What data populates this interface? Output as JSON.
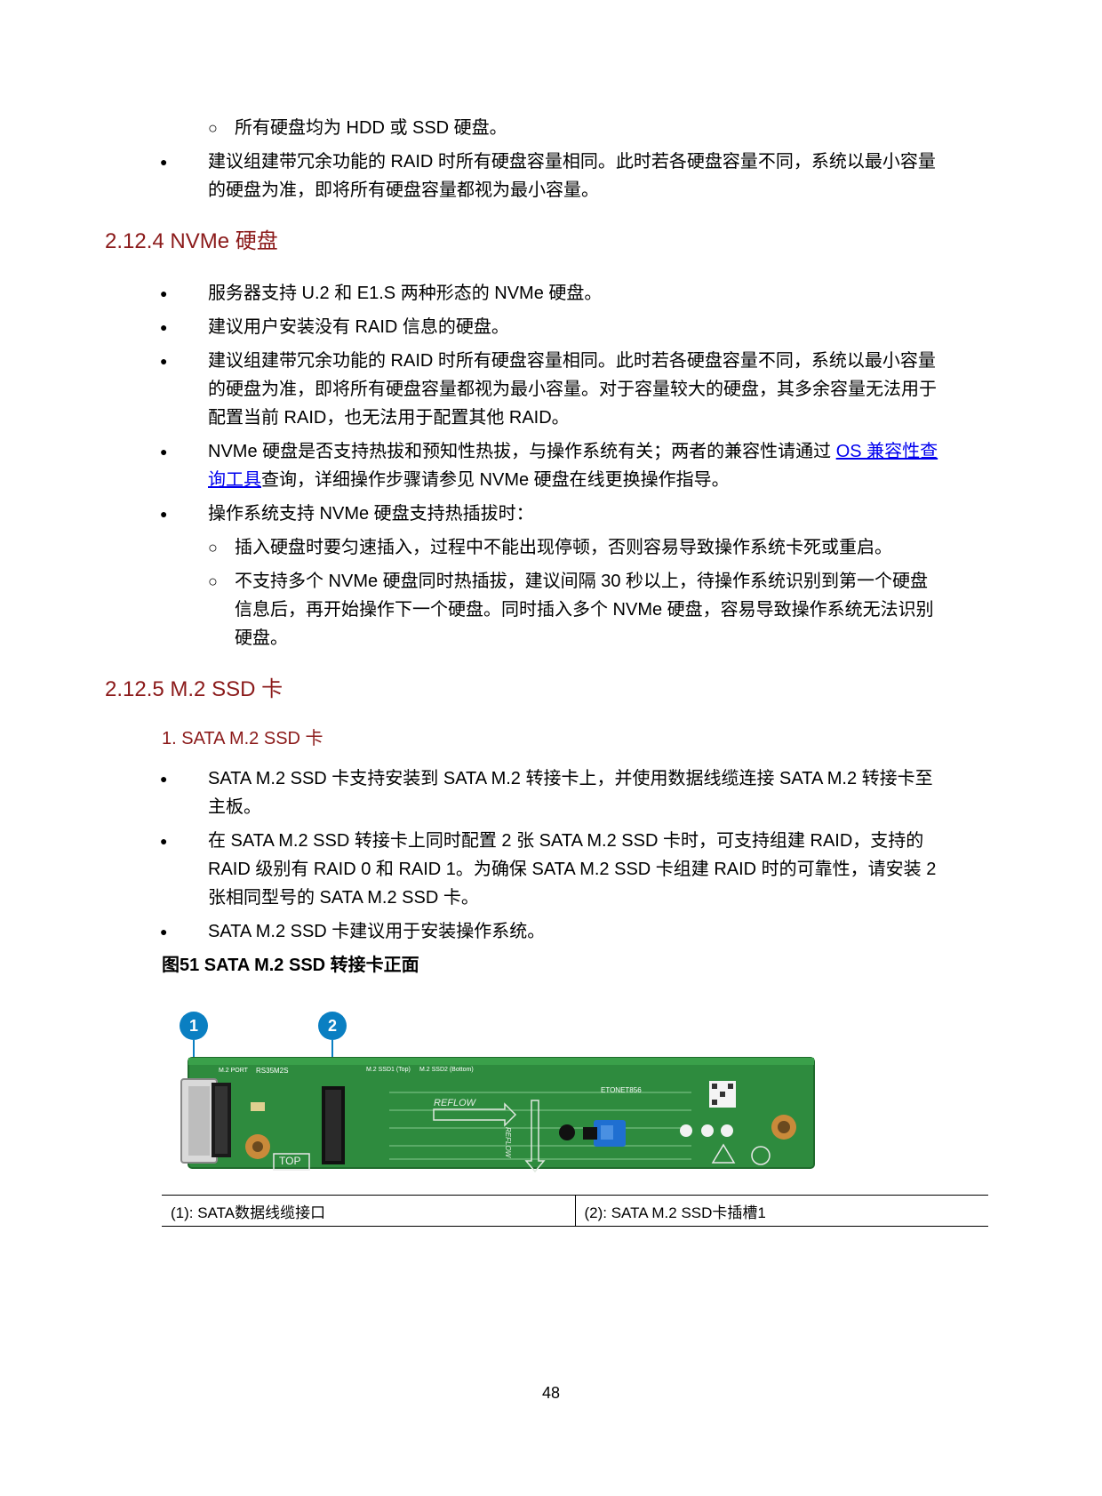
{
  "top_list": {
    "sub_item": "所有硬盘均为 HDD 或 SSD 硬盘。",
    "item_line1": "建议组建带冗余功能的 RAID 时所有硬盘容量相同。此时若各硬盘容量不同，系统以最小容量",
    "item_line2": "的硬盘为准，即将所有硬盘容量都视为最小容量。"
  },
  "section_nvme": {
    "heading": "2.12.4  NVMe 硬盘",
    "b1": "服务器支持 U.2 和 E1.S 两种形态的 NVMe 硬盘。",
    "b2": "建议用户安装没有 RAID 信息的硬盘。",
    "b3_l1": "建议组建带冗余功能的 RAID 时所有硬盘容量相同。此时若各硬盘容量不同，系统以最小容量",
    "b3_l2": "的硬盘为准，即将所有硬盘容量都视为最小容量。对于容量较大的硬盘，其多余容量无法用于",
    "b3_l3": "配置当前 RAID，也无法用于配置其他 RAID。",
    "b4_l1_pre": "NVMe 硬盘是否支持热拔和预知性热拔，与操作系统有关；两者的兼容性请通过 ",
    "b4_link_a": "OS 兼容性查",
    "b4_link_b": "询工具",
    "b4_l2_post": "查询，详细操作步骤请参见 NVMe 硬盘在线更换操作指导。",
    "b5": "操作系统支持 NVMe 硬盘支持热插拔时：",
    "s1": "插入硬盘时要匀速插入，过程中不能出现停顿，否则容易导致操作系统卡死或重启。",
    "s2_l1": "不支持多个 NVMe 硬盘同时热插拔，建议间隔 30 秒以上，待操作系统识别到第一个硬盘",
    "s2_l2": "信息后，再开始操作下一个硬盘。同时插入多个 NVMe 硬盘，容易导致操作系统无法识别",
    "s2_l3": "硬盘。"
  },
  "section_m2": {
    "heading": "2.12.5  M.2 SSD 卡",
    "subheading": "1. SATA M.2 SSD 卡",
    "b1_l1": "SATA M.2 SSD 卡支持安装到 SATA M.2 转接卡上，并使用数据线缆连接 SATA M.2 转接卡至",
    "b1_l2": "主板。",
    "b2_l1": "在 SATA M.2 SSD 转接卡上同时配置 2 张 SATA M.2 SSD 卡时，可支持组建 RAID，支持的",
    "b2_l2": "RAID 级别有 RAID 0 和 RAID 1。为确保 SATA M.2 SSD 卡组建 RAID 时的可靠性，请安装 2",
    "b2_l3": "张相同型号的 SATA M.2 SSD 卡。",
    "b3": "SATA M.2 SSD 卡建议用于安装操作系统。",
    "figure_caption": "图51 SATA M.2 SSD 转接卡正面",
    "callouts": [
      "1",
      "2"
    ],
    "board_labels": {
      "reflow": "REFLOW",
      "top": "TOP",
      "port": "M.2 PORT",
      "model": "RS35M2S",
      "slot_top": "M.2 SSD1 (Top)",
      "slot_bottom": "M.2 SSD2 (Bottom)",
      "part": "ETONET856",
      "reflow_vertical": "REFLOW"
    },
    "legend": [
      "(1): SATA数据线缆接口",
      "(2): SATA M.2 SSD卡插槽1"
    ]
  },
  "footer": {
    "page_number": "48"
  },
  "colors": {
    "heading": "#8b1a1a",
    "link": "#0000ee",
    "pcb": "#2e8b3e",
    "callout": "#0a7fc2"
  }
}
